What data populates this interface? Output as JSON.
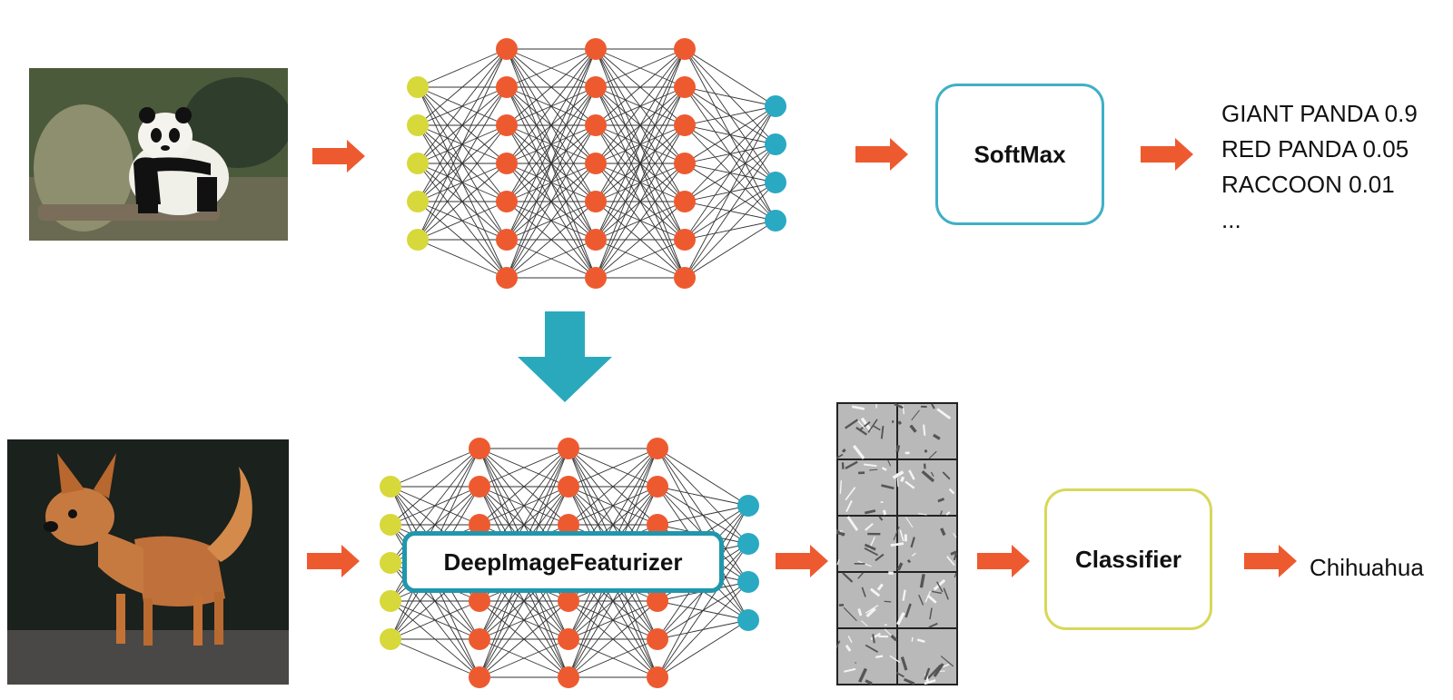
{
  "diagram": {
    "softmax_label": "SoftMax",
    "classifier_label": "Classifier",
    "featurizer_label": "DeepImageFeaturizer",
    "predictions": [
      "GIANT PANDA 0.9",
      "RED PANDA 0.05",
      "RACCOON 0.01",
      "..."
    ],
    "result": "Chihuahua"
  },
  "colors": {
    "input_node": "#d7d83a",
    "hidden_node": "#ee5a2f",
    "output_node": "#2aa9c3",
    "arrow": "#ee5a2f",
    "big_arrow": "#2aa9bd",
    "softmax_border": "#3fb0c6",
    "classifier_border": "#d7d85a",
    "featurizer_border": "#1f97ad"
  },
  "images": {
    "panda": "panda-photo",
    "dog": "chihuahua-photo",
    "filters": "feature-filters-grid"
  }
}
